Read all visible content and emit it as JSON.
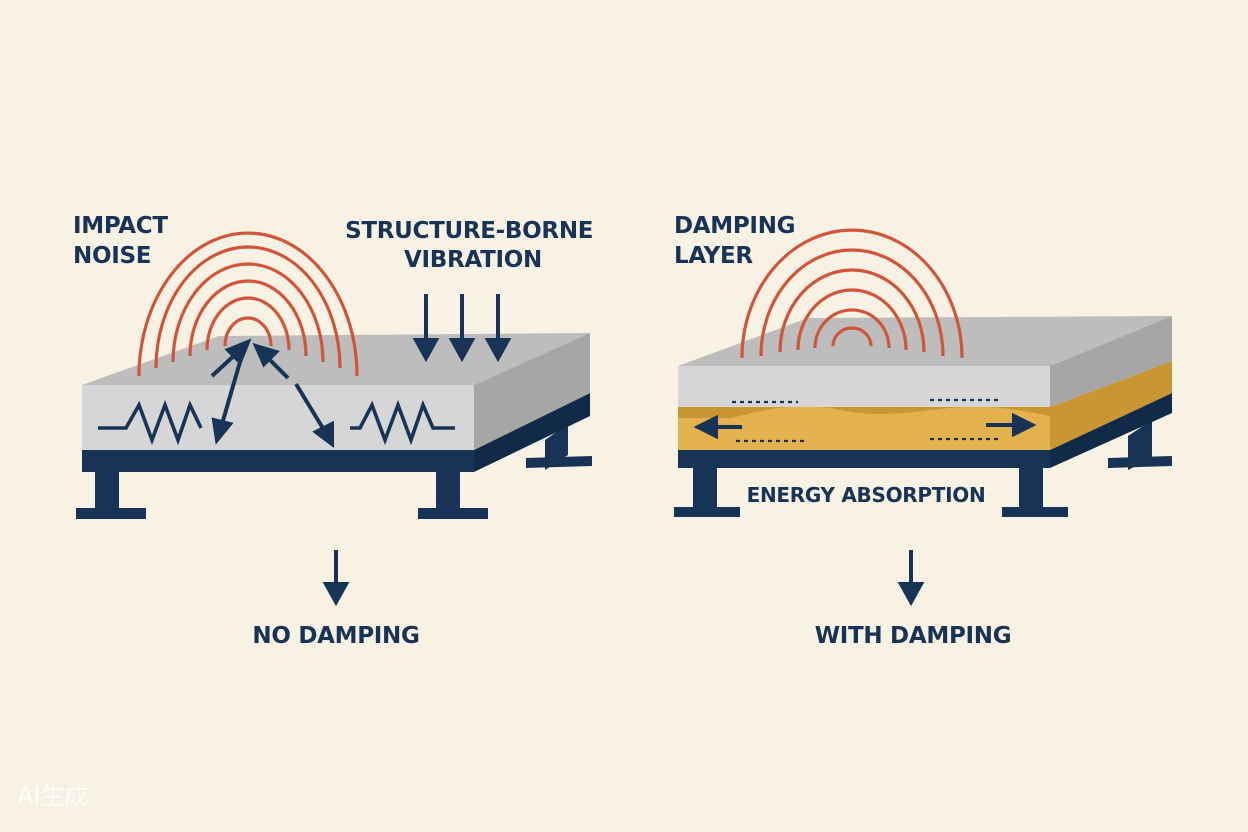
{
  "labels": {
    "impact_noise": [
      "IMPACT",
      "NOISE"
    ],
    "structure_borne": [
      "STRUCTURE-BORNE",
      "VIBRATION"
    ],
    "damping_layer": [
      "DAMPING",
      "LAYER"
    ],
    "energy_absorption": "ENERGY ABSORPTION",
    "no_damping": "NO DAMPING",
    "with_damping": "WITH DAMPING",
    "watermark": "AI生成"
  },
  "colors": {
    "background": "#f8f2e4",
    "navy": "#173356",
    "wave_red": "#d2553a",
    "slab_top": "#bdbdbd",
    "slab_front": "#d8d8d8",
    "slab_side": "#a6a6a6",
    "damping_gold": "#e3b24e"
  }
}
